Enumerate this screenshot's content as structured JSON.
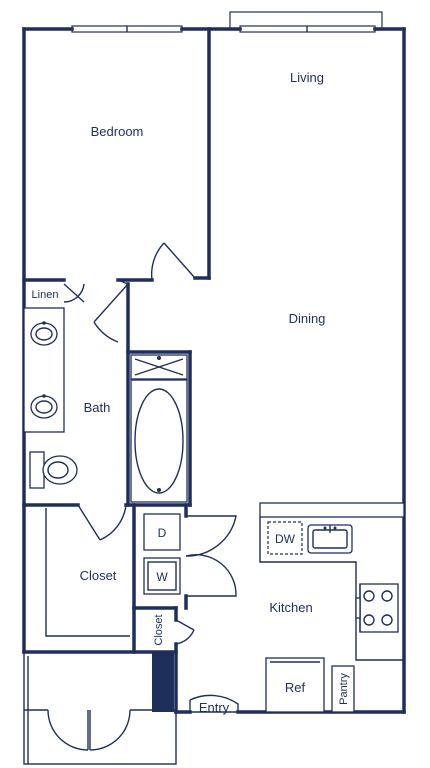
{
  "rooms": {
    "living": "Living",
    "bedroom": "Bedroom",
    "dining": "Dining",
    "linen": "Linen",
    "bath": "Bath",
    "closet_main": "Closet",
    "closet_entry": "Closet",
    "kitchen": "Kitchen",
    "entry": "Entry",
    "pantry": "Pantry"
  },
  "appliances": {
    "dryer": "D",
    "washer": "W",
    "dishwasher": "DW",
    "refrigerator": "Ref"
  },
  "colors": {
    "wall": "#1f2f5c",
    "background": "#ffffff"
  }
}
